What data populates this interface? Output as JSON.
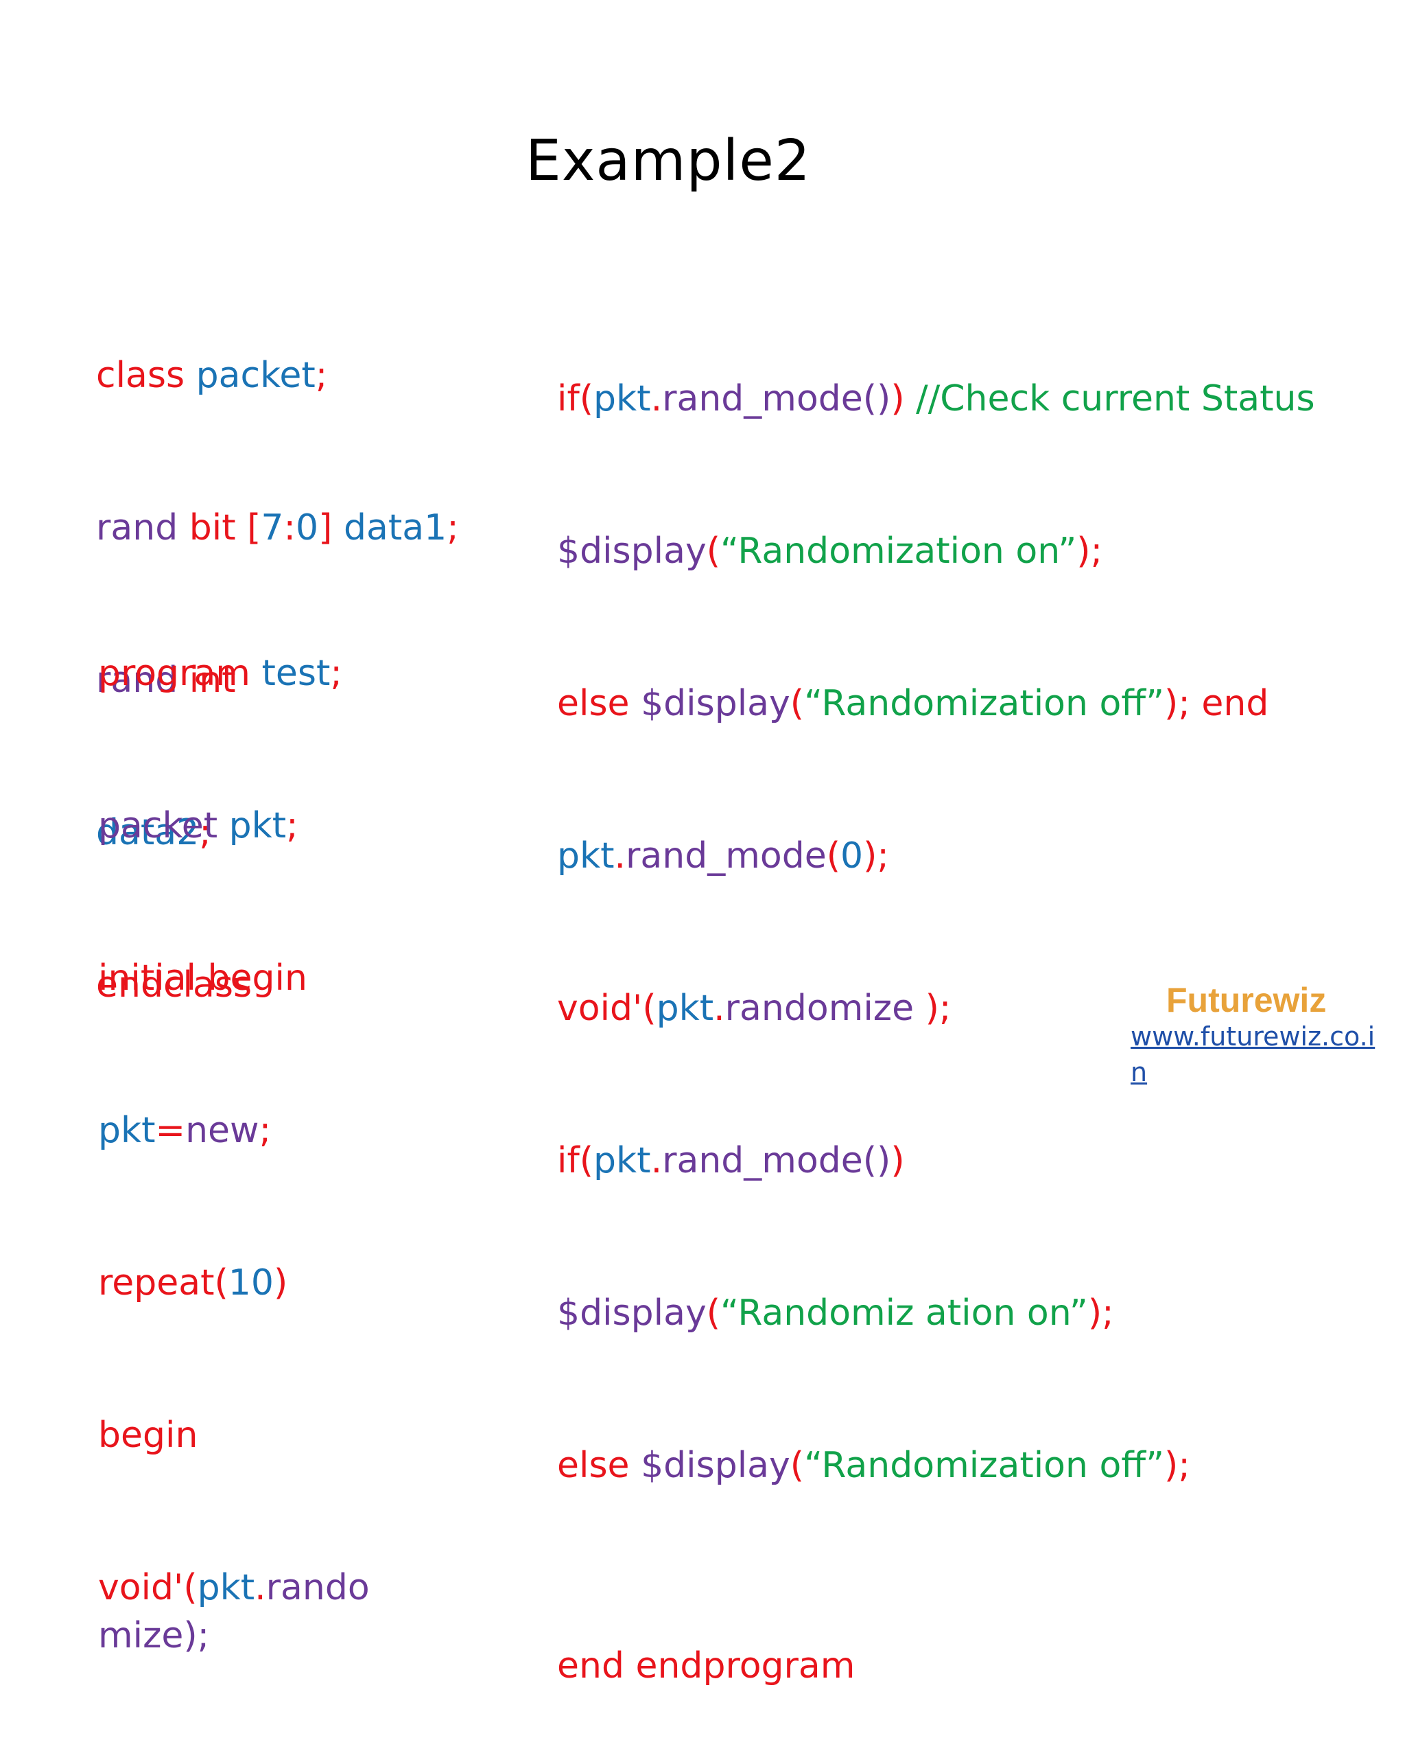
{
  "slide": {
    "title": "Example2"
  },
  "colors": {
    "keyword": "#e8141b",
    "identifier": "#1a73b5",
    "type": "#6a3a98",
    "string": "#11a24a",
    "brand": "#e8a23a",
    "link": "#1f4fa8"
  },
  "code": {
    "class_block": {
      "l1": [
        "class",
        " ",
        "packet",
        ";"
      ],
      "l2": [
        "rand",
        " ",
        "bit",
        " ",
        "[",
        "7",
        ":",
        "0",
        "]",
        " ",
        "data1",
        ";"
      ],
      "l3": [
        "rand",
        " ",
        "int"
      ],
      "l4": [
        "data2",
        ";"
      ],
      "l5": [
        "endclass"
      ]
    },
    "program_block": {
      "l1": [
        "program",
        " ",
        "test",
        ";"
      ],
      "l2": [
        "packet",
        " ",
        "pkt",
        ";"
      ],
      "l3": [
        "initial begin"
      ],
      "l4": [
        "pkt",
        "=",
        "new",
        ";"
      ],
      "l5": [
        "repeat",
        "(",
        "10",
        ")"
      ],
      "l6": [
        "begin"
      ],
      "l7": [
        "void'(",
        "pkt",
        ".",
        "rando mize",
        ");"
      ]
    },
    "right_block": {
      "l1": [
        "if(",
        "pkt",
        ".",
        "rand_mode()",
        ")",
        " //Check current Status"
      ],
      "l2": [
        "$display",
        "(",
        "“Randomization on”",
        ");"
      ],
      "l3": [
        "else ",
        "$display",
        "(",
        "“Randomization off”",
        "); end"
      ],
      "l4": [
        "pkt",
        ".",
        "rand_mode",
        "(",
        "0",
        ");"
      ],
      "l5": [
        "void'(",
        "pkt",
        ".",
        "randomize",
        " );"
      ],
      "l6": [
        "if(",
        "pkt",
        ".",
        "rand_mode()",
        ")"
      ],
      "l7": [
        "$display",
        "(",
        "“Randomiz ation on”",
        ");"
      ],
      "l8": [
        "else ",
        "$display",
        "(",
        "“Randomization off”",
        ");"
      ],
      "l9": [
        "end endprogram"
      ]
    }
  },
  "footer": {
    "brand": "Futurewiz",
    "url": "www.futurewiz.co.in"
  }
}
